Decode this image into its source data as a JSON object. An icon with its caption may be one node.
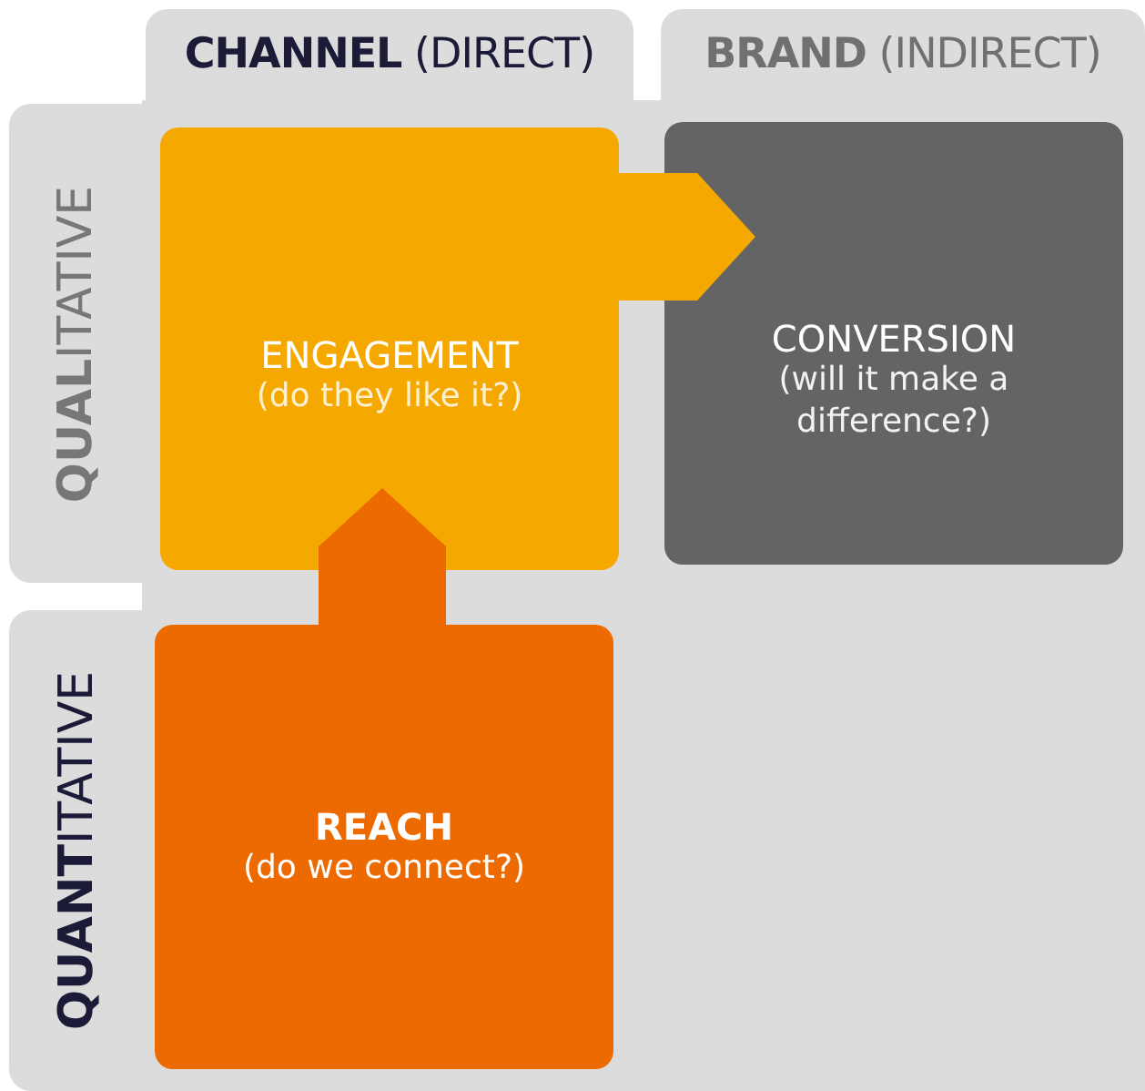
{
  "diagram": {
    "nodes": [
      {
        "text": [
          "**CHANNEL** (DIRECT)"
        ]
      },
      {
        "text": [
          "**BRAND** (INDIRECT)"
        ]
      },
      {
        "text": [
          "**QUAL**ITATIVE"
        ]
      },
      {
        "text": [
          "**QUANT**ITATIVE"
        ]
      },
      {
        "text": [
          "ENGAGEMENT",
          "(do they like it?)"
        ]
      },
      {
        "text": [
          "CONVERSION",
          "(will it make a difference?)"
        ]
      },
      {
        "text": [
          "REACH",
          "(do we connect?)"
        ]
      }
    ],
    "edges": [
      {
        "from": 6,
        "to": 4,
        "arrow": "to",
        "color": "#ec6a00"
      },
      {
        "from": 4,
        "to": 5,
        "arrow": "to",
        "color": "#f5a800"
      }
    ]
  }
}
